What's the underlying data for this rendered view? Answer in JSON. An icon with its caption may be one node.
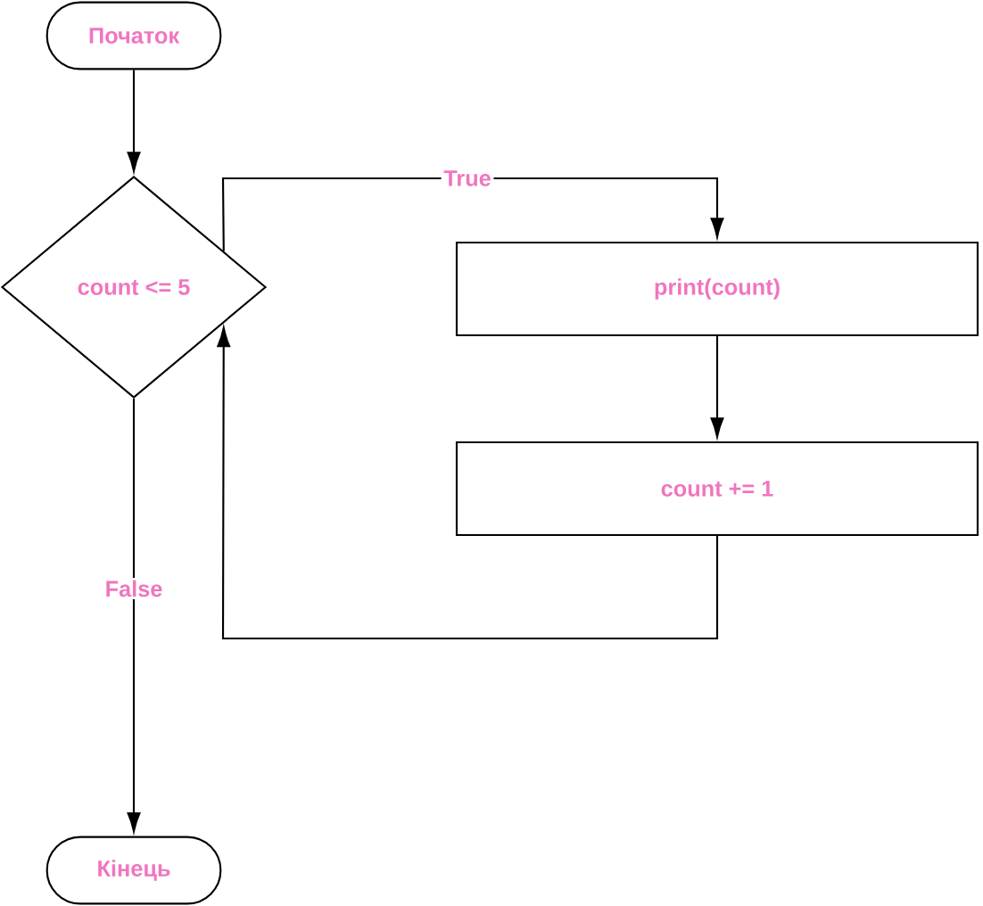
{
  "diagram": {
    "nodes": [
      {
        "text": [
          "Початок"
        ]
      },
      {
        "text": [
          "count <= 5"
        ]
      },
      {
        "text": [
          "print(count)"
        ]
      },
      {
        "text": [
          "count += 1"
        ]
      },
      {
        "text": [
          "Кінець"
        ]
      }
    ],
    "edges": [
      {
        "from": 0,
        "to": 1,
        "arrow": "to"
      },
      {
        "from": 1,
        "to": 2,
        "arrow": "to",
        "label": "True"
      },
      {
        "from": 2,
        "to": 3,
        "arrow": "to"
      },
      {
        "from": 3,
        "to": 1,
        "arrow": "to"
      },
      {
        "from": 1,
        "to": 4,
        "arrow": "to",
        "label": "False"
      }
    ]
  }
}
